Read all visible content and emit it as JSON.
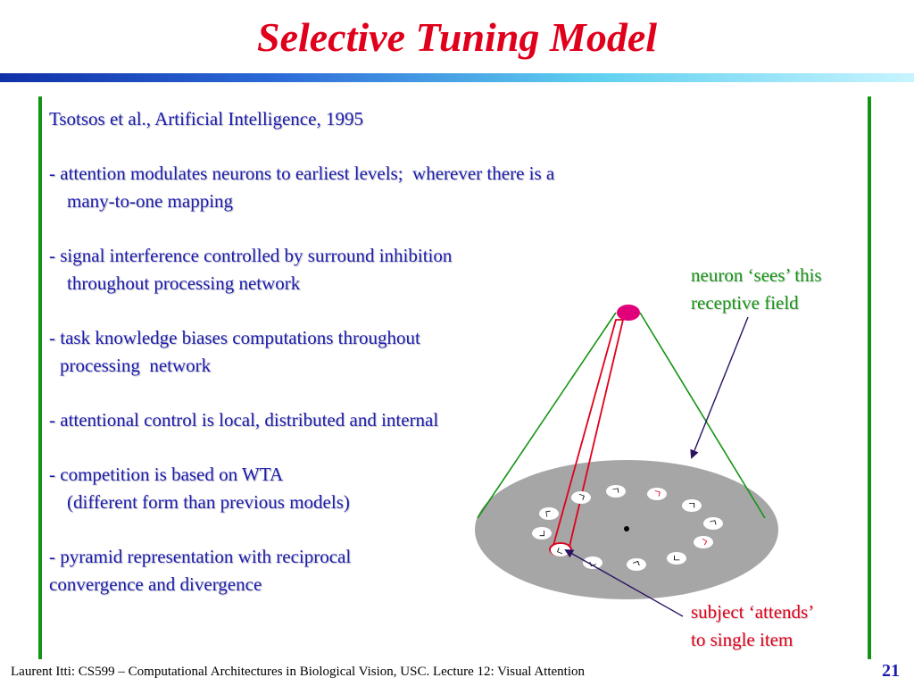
{
  "slide": {
    "title": "Selective Tuning Model",
    "citation": "Tsotsos et al., Artificial Intelligence, 1995",
    "bullets": [
      {
        "line1": "- attention modulates neurons to earliest levels;  wherever there is a",
        "line2": "many-to-one mapping"
      },
      {
        "line1": "- signal interference controlled by surround inhibition",
        "line2": "throughout processing network"
      },
      {
        "line1": "- task knowledge biases computations throughout",
        "line2": "processing  network"
      },
      {
        "line1": "- attentional control is local, distributed and internal",
        "line2": ""
      },
      {
        "line1": "- competition is based on WTA",
        "line2": "(different form than previous models)"
      },
      {
        "line1": "- pyramid representation with reciprocal",
        "line2": "convergence and divergence"
      }
    ],
    "annotations": {
      "sees_line1": "neuron ‘sees’ this",
      "sees_line2": "receptive field",
      "attends_line1": "subject ‘attends’",
      "attends_line2": "to single item"
    },
    "footer": "Laurent Itti: CS599 – Computational Architectures in Biological Vision, USC. Lecture 12: Visual Attention",
    "page_number": "21"
  },
  "diagram": {
    "items": [
      {
        "glyph": "ㄱ",
        "color": "#000000"
      },
      {
        "glyph": "ㄱ",
        "color": "#000000"
      },
      {
        "glyph": "ㄱ",
        "color": "#e0001b"
      },
      {
        "glyph": "ㄱ",
        "color": "#000000"
      },
      {
        "glyph": "ㄱ",
        "color": "#000000"
      },
      {
        "glyph": "ㄱ",
        "color": "#e0001b"
      },
      {
        "glyph": "ㄴ",
        "color": "#000000"
      },
      {
        "glyph": "ㄱ",
        "color": "#000000"
      },
      {
        "glyph": "ㄱ",
        "color": "#000000"
      },
      {
        "glyph": "ㄱ",
        "color": "#000000"
      },
      {
        "glyph": "ㄱ",
        "color": "#000000"
      },
      {
        "glyph": "ㄱ",
        "color": "#000000"
      }
    ]
  },
  "colors": {
    "title": "#e0001b",
    "body_text": "#1b1bb0",
    "rule": "#149414",
    "neuron": "#e0007a",
    "field": "#a6a6a6",
    "attention_outline": "#e0001b",
    "arrow": "#2a1060"
  }
}
